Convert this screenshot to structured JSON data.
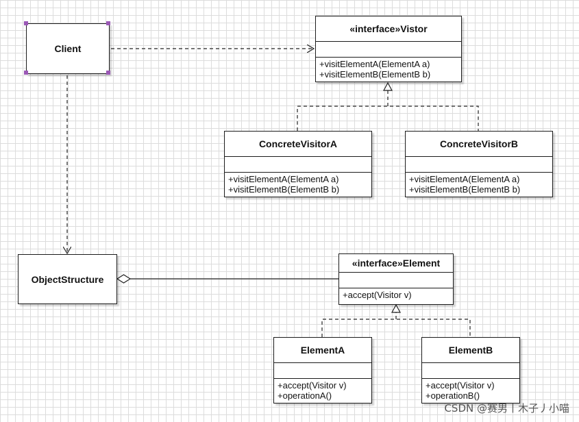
{
  "client": {
    "name": "Client"
  },
  "object_structure": {
    "name": "ObjectStructure"
  },
  "visitor_interface": {
    "name": "«interface»Vistor",
    "ops": [
      "+visitElementA(ElementA a)",
      "+visitElementB(ElementB b)"
    ]
  },
  "concrete_visitor_a": {
    "name": "ConcreteVisitorA",
    "ops": [
      "+visitElementA(ElementA a)",
      "+visitElementB(ElementB b)"
    ]
  },
  "concrete_visitor_b": {
    "name": "ConcreteVisitorB",
    "ops": [
      "+visitElementA(ElementA a)",
      "+visitElementB(ElementB b)"
    ]
  },
  "element_interface": {
    "name": "«interface»Element",
    "ops": [
      "+accept(Visitor v)"
    ]
  },
  "element_a": {
    "name": "ElementA",
    "ops": [
      "+accept(Visitor v)",
      "+operationA()"
    ]
  },
  "element_b": {
    "name": "ElementB",
    "ops": [
      "+accept(Visitor v)",
      "+operationB()"
    ]
  },
  "watermark": "CSDN @赛男丨木子丿小喵"
}
